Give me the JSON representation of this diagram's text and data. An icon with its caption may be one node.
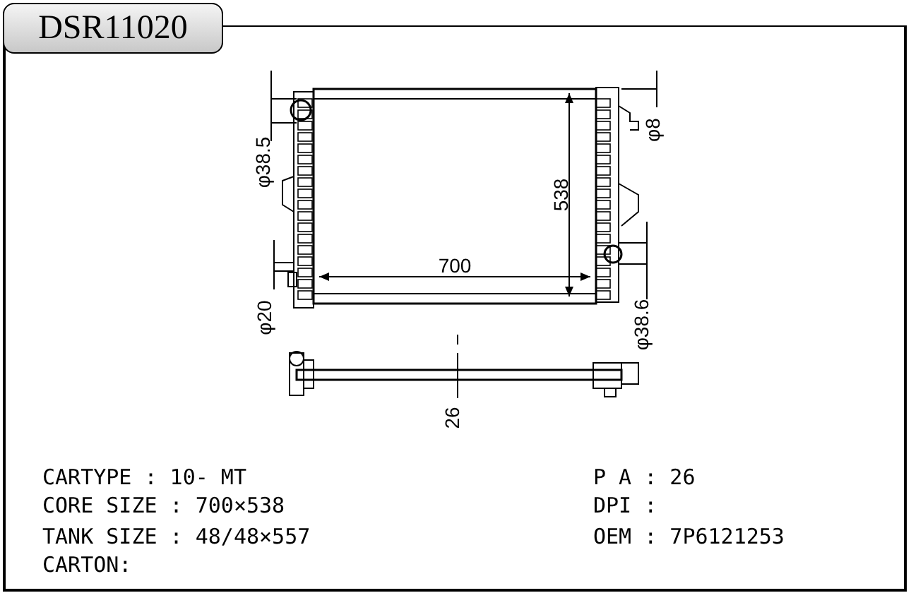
{
  "diagram": {
    "title": "DSR11020",
    "labels": [
      "φ38.5",
      "538",
      "φ8",
      "700",
      "φ20",
      "φ38.6",
      "26",
      "CARTYPE : 10- MT",
      "P A : 26",
      "CORE SIZE : 700×538",
      "DPI :",
      "TANK SIZE : 48/48×557",
      "OEM : 7P6121253",
      "CARTON:"
    ]
  }
}
